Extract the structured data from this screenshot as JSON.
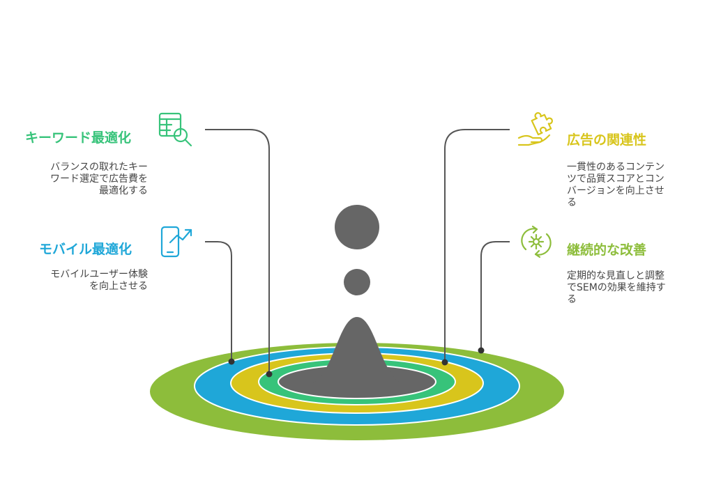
{
  "colors": {
    "green": "#8dbd3b",
    "blue": "#1fa7d8",
    "yellow": "#d8c51c",
    "teal": "#37c37a",
    "core": "#666666",
    "connector": "#555555"
  },
  "items": {
    "keyword": {
      "title": "キーワード最適化",
      "description": "バランスの取れたキー\nワード選定で広告費を\n最適化する",
      "icon": "table-search-icon",
      "color": "#37c37a"
    },
    "mobile": {
      "title": "モバイル最適化",
      "description": "モバイルユーザー体験\nを向上させる",
      "icon": "mobile-growth-icon",
      "color": "#1fa7d8"
    },
    "relevance": {
      "title": "広告の関連性",
      "description": "一貫性のあるコンテン\nツで品質スコアとコン\nバージョンを向上させ\nる",
      "icon": "puzzle-hand-icon",
      "color": "#d8c51c"
    },
    "improvement": {
      "title": "継続的な改善",
      "description": "定期的な見直しと調整\nでSEMの効果を維持す\nる",
      "icon": "cycle-gear-icon",
      "color": "#8dbd3b"
    }
  }
}
